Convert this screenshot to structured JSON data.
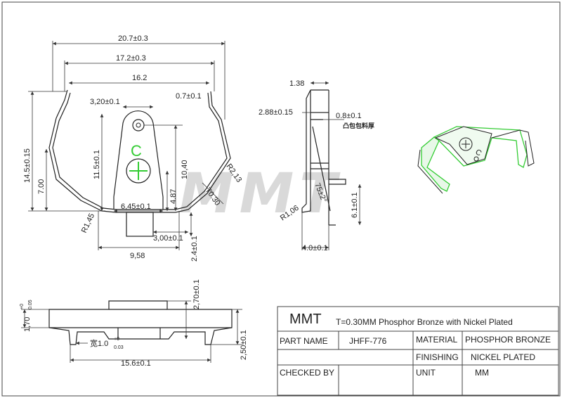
{
  "watermark": "MMT",
  "front_view": {
    "dims": {
      "overall_width": "20.7±0.3",
      "inner_width": "17.2±0.3",
      "span": "16.2",
      "tab_width": "3,20±0.1",
      "tab_offset": "0.7±0.1",
      "height": "14.5±0.15",
      "lower_height": "7.00",
      "tab_height": "11.5±0.1",
      "center_height": "10,40",
      "radius_right": "R2,13",
      "thickness": "T0.30",
      "center_small": "4.87",
      "base_width": "6,45±0.1",
      "radius_left": "R1,45",
      "foot_width": "3,00±0.1",
      "foot_height": "2.4±0.1",
      "base_span": "9,58"
    },
    "marks": {
      "c_letter": "C",
      "plus": "+"
    }
  },
  "side_view": {
    "dims": {
      "top_width": "1.38",
      "bump_height": "2.88±0.15",
      "bump_depth": "0.8±0.1",
      "note": "凸包包料厚",
      "angle": "75±2°",
      "height": "6.1±0.1",
      "radius": "R1,06",
      "depth": "4.0±0.1"
    }
  },
  "bottom_view": {
    "dims": {
      "left_height": "1,70",
      "left_tol_top": "+0",
      "left_tol_bot": "0.05",
      "height": "2,70±0.1",
      "slot_width": "宽1.0",
      "slot_tol_top": "+0",
      "slot_tol_bot": "0.03",
      "width": "15.6±0.1",
      "leg_height": "2,50±0.1"
    }
  },
  "title_block": {
    "company": "MMT",
    "spec": "T=0.30MM Phosphor Bronze with Nickel Plated",
    "part_name_label": "PART NAME",
    "part_name_value": "JHFF-776",
    "material_label": "MATERIAL",
    "material_value": "PHOSPHOR BRONZE",
    "finishing_label": "FINISHING",
    "finishing_value": "NICKEL PLATED",
    "checked_by_label": "CHECKED BY",
    "unit_label": "UNIT",
    "unit_value": "MM"
  },
  "colors": {
    "highlight": "#33cc33",
    "line": "#222222",
    "watermark": "#d9d9d9"
  }
}
